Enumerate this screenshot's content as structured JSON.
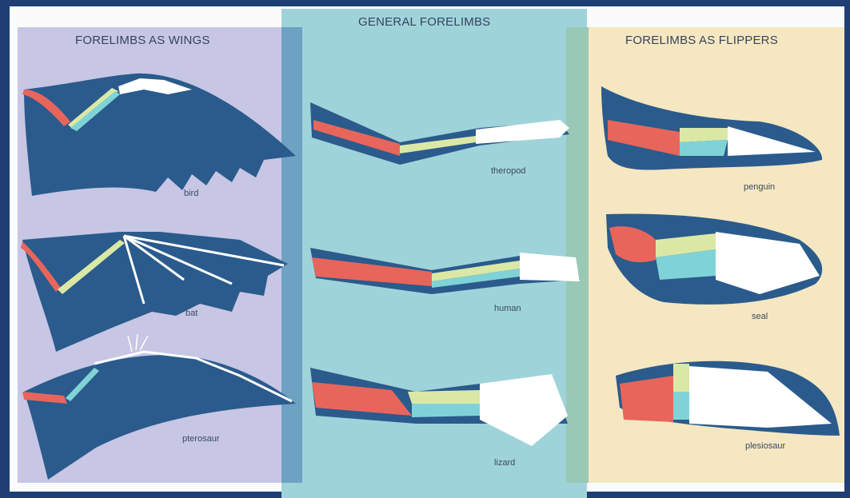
{
  "headings": {
    "wings": "FORELIMBS AS WINGS",
    "general": "GENERAL FORELIMBS",
    "flippers": "FORELIMBS AS FLIPPERS"
  },
  "animals": {
    "bird": "bird",
    "bat": "bat",
    "pterosaur": "pterosaur",
    "theropod": "theropod",
    "human": "human",
    "lizard": "lizard",
    "penguin": "penguin",
    "seal": "seal",
    "plesiosaur": "plesiosaur"
  },
  "colors": {
    "limb": "#2a5b8c",
    "limb_shadow": "#1e4a78",
    "humerus": "#e8655b",
    "radius": "#dbe8a5",
    "ulna": "#7fd3d6",
    "hand": "#ffffff"
  }
}
